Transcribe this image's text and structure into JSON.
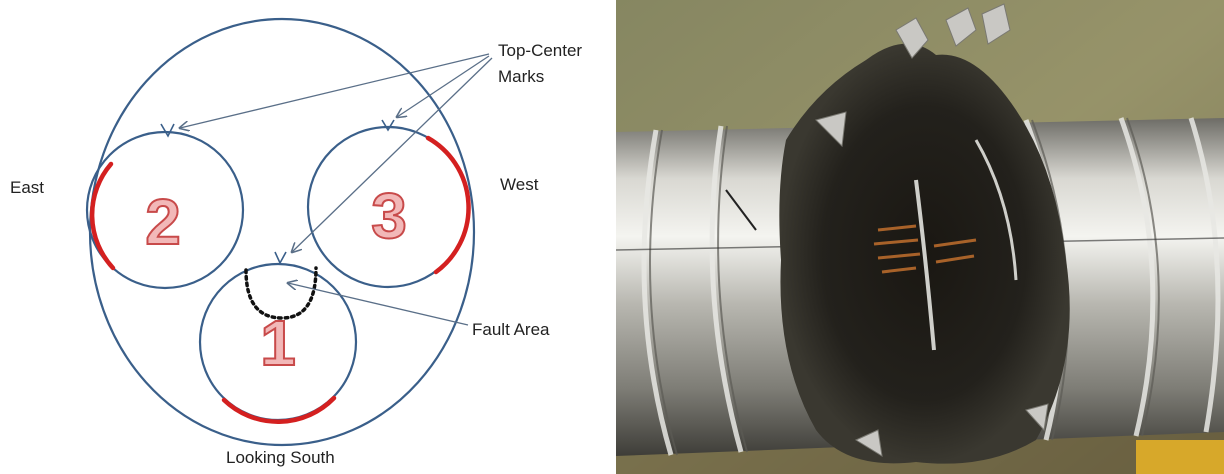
{
  "diagram": {
    "labels": {
      "top_center": "Top-Center",
      "marks": "Marks",
      "east": "East",
      "west": "West",
      "fault_area": "Fault Area",
      "looking_south": "Looking South"
    },
    "conductors": [
      {
        "number": "1"
      },
      {
        "number": "2"
      },
      {
        "number": "3"
      }
    ],
    "colors": {
      "circle_stroke": "#3a5f8a",
      "damage_arc": "#d42020",
      "number_fill": "#f2b8b8",
      "number_stroke": "#c84a4a",
      "arrow": "#5a6f88"
    }
  },
  "photo": {
    "subject": "damaged three-core cable splice with charred insulation and exposed copper strands"
  }
}
